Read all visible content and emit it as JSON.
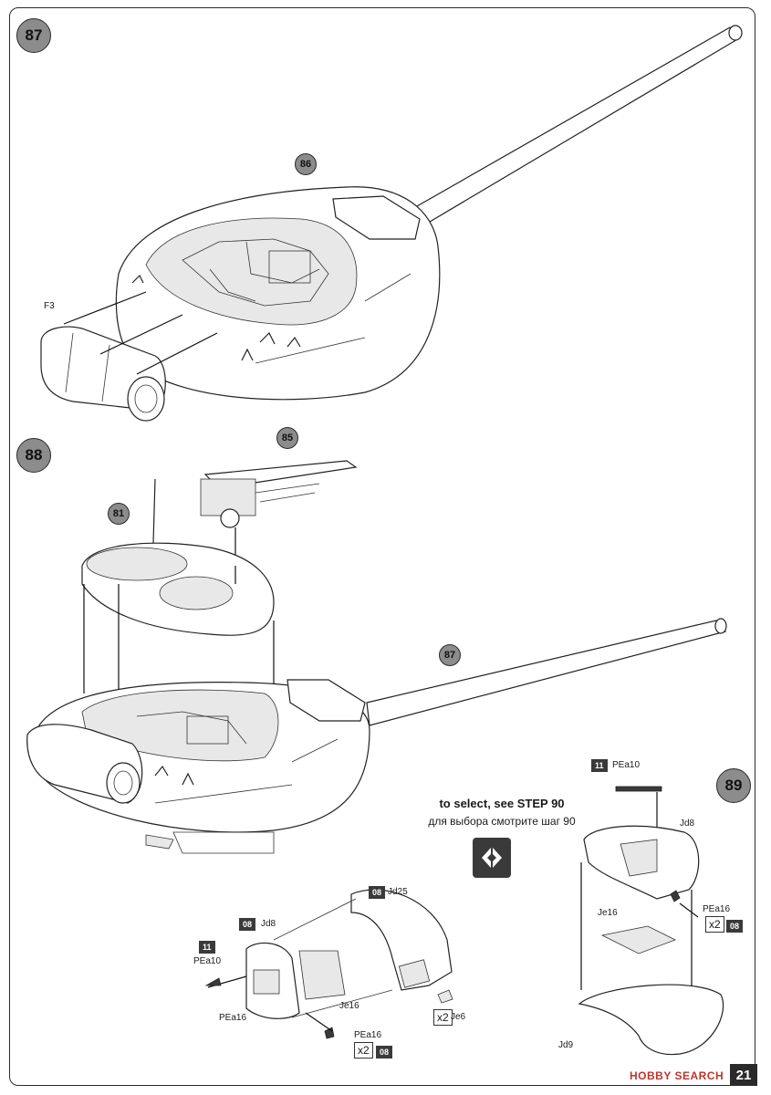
{
  "steps": {
    "s87": "87",
    "s88": "88",
    "s89": "89"
  },
  "subassemblies": {
    "a86": "86",
    "a85": "85",
    "a81": "81",
    "a87": "87"
  },
  "parts": {
    "f3": "F3",
    "pea10_left": "PEa10",
    "pea16_left": "PEa16",
    "jd8_left": "Jd8",
    "jd25": "Jd25",
    "je16_left": "Je16",
    "je6": "Je6",
    "pea16_mid": "PEa16",
    "pea10_right": "PEa10",
    "jd8_right": "Jd8",
    "je16_right": "Je16",
    "pea16_right": "PEa16",
    "jd9": "Jd9"
  },
  "tags": {
    "t11_left": "11",
    "t08_jd8": "08",
    "t08_jd25": "08",
    "t08_pea16_mid": "08",
    "t11_right": "11",
    "t08_pea16_right": "08"
  },
  "multipliers": {
    "m_je6": "x2",
    "m_pea16_mid": "x2",
    "m_pea16_right": "x2"
  },
  "notes": {
    "select_en": "to select, see STEP 90",
    "select_ru": "для выбора смотрите шаг 90"
  },
  "footer": {
    "page_number": "21",
    "watermark": "HOBBY SEARCH"
  }
}
